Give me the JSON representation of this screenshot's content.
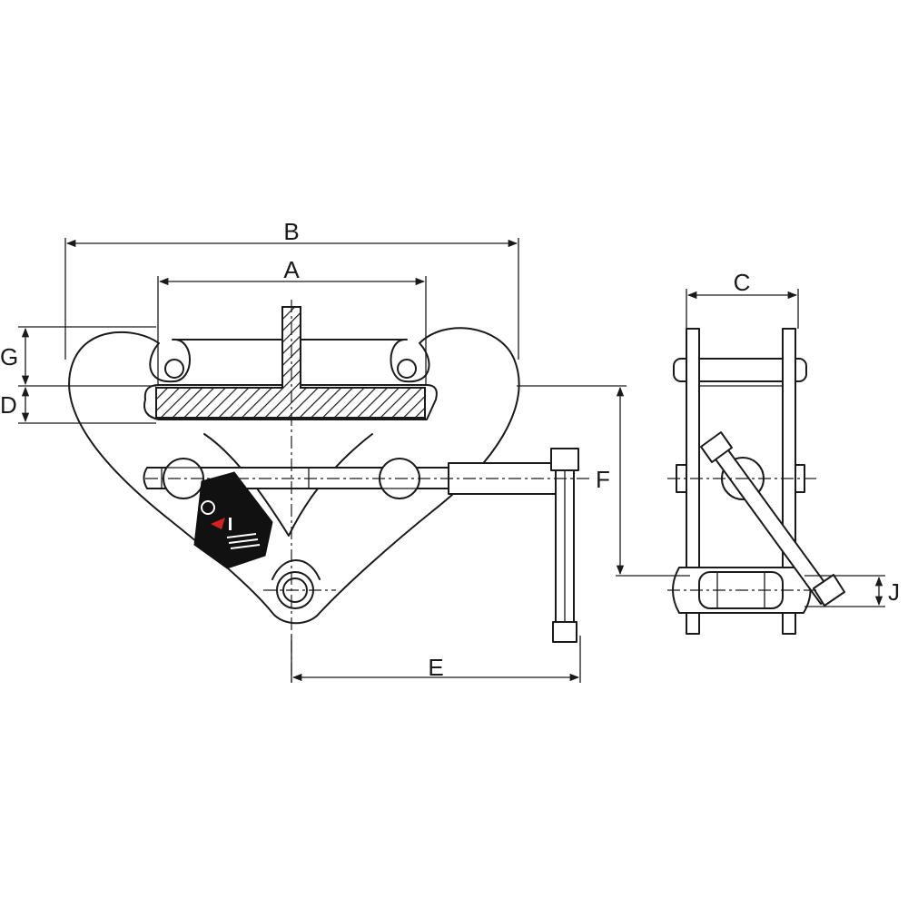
{
  "labels": {
    "a": "A",
    "b": "B",
    "c": "C",
    "d": "D",
    "e": "E",
    "f": "F",
    "g": "G",
    "j": "J"
  },
  "colors": {
    "line": "#1a1a1a",
    "tag": "#111111",
    "tag_accent": "#d22222"
  }
}
